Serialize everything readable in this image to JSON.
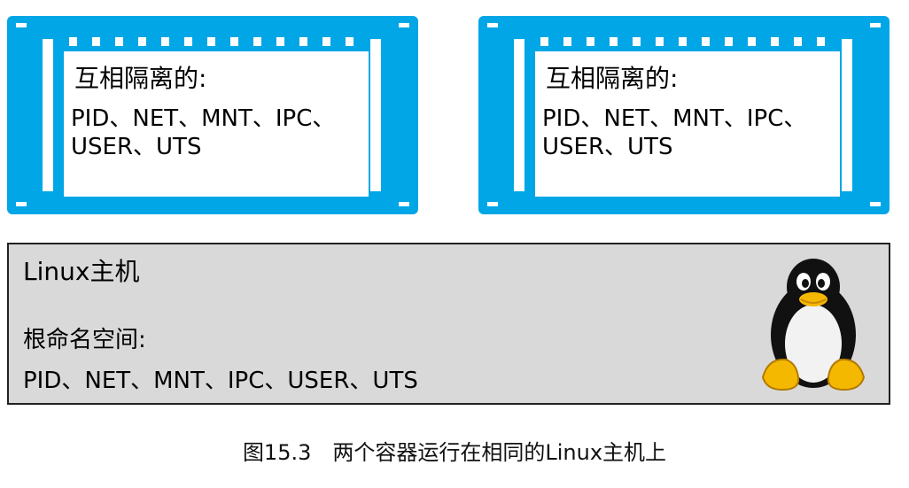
{
  "containers": [
    {
      "title": "互相隔离的:",
      "namespaces": "PID、NET、MNT、IPC、USER、UTS"
    },
    {
      "title": "互相隔离的:",
      "namespaces": "PID、NET、MNT、IPC、USER、UTS"
    }
  ],
  "host": {
    "title": "Linux主机",
    "root_ns_title": "根命名空间:",
    "root_ns_list": "PID、NET、MNT、IPC、USER、UTS",
    "mascot_icon": "tux-penguin-icon"
  },
  "caption": "图15.3　两个容器运行在相同的Linux主机上",
  "colors": {
    "container_blue": "#00a6e6",
    "host_fill": "#d9d9d9",
    "penguin_beak": "#f5b800"
  }
}
